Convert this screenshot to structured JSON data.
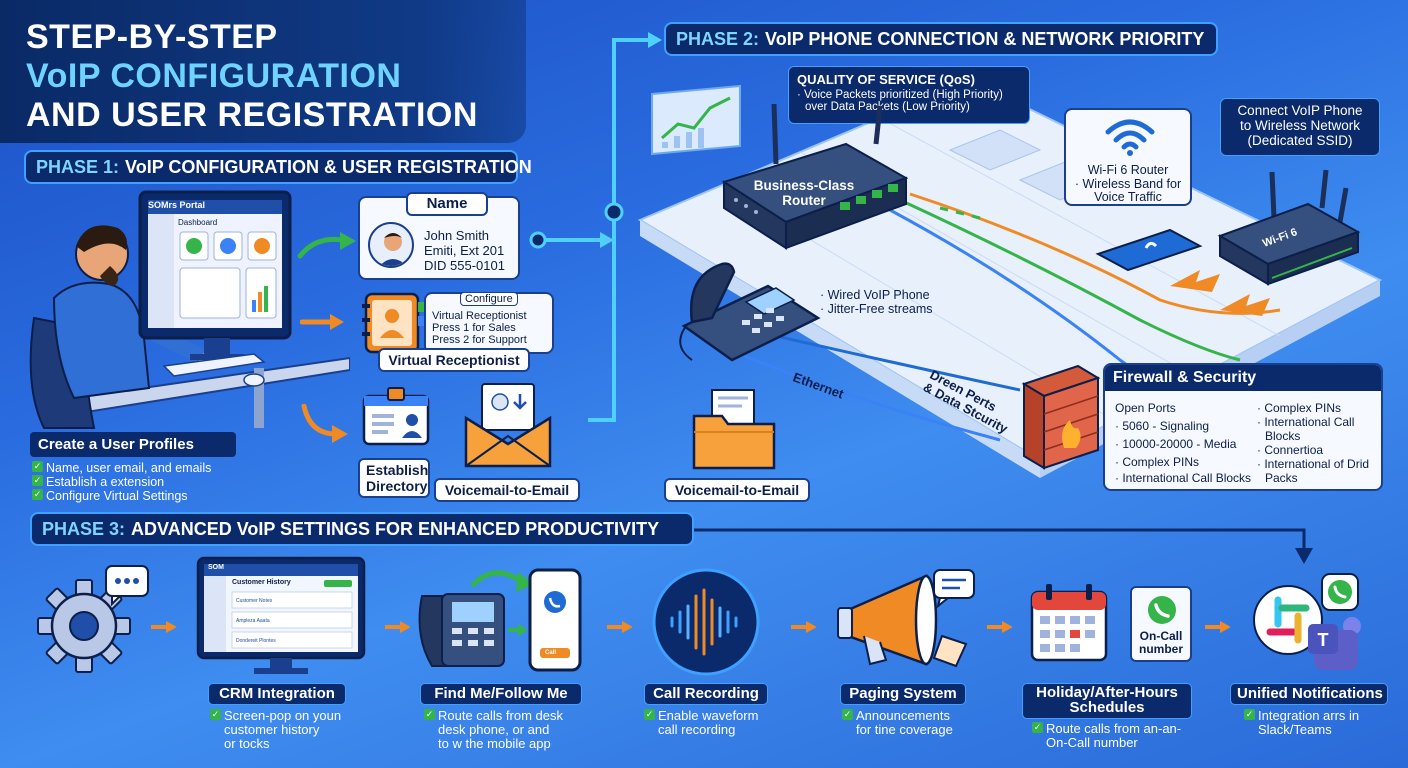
{
  "title": {
    "line1": "STEP-BY-STEP",
    "line2": "VoIP CONFIGURATION",
    "line3": "AND USER REGISTRATION"
  },
  "phase1": {
    "header_lead": "PHASE 1:",
    "header_rest": "VoIP CONFIGURATION & USER REGISTRATION",
    "monitor": {
      "brand": "SOMrs Portal",
      "dashboard": "Dashboard"
    },
    "profile": {
      "title": "Create a User Profiles",
      "items": [
        "Name, user email, and emails",
        "Establish a extension",
        "Configure Virtual Settings"
      ]
    },
    "name_card": {
      "header": "Name",
      "line1": "John Smith",
      "line2": "Emiti, Ext 201",
      "line3": "DID 555-0101"
    },
    "configure_card": {
      "header": "Configure",
      "line1": "Virtual Receptionist",
      "line2": "Press 1 for Sales",
      "line3": "Press 2 for Support"
    },
    "virtual_receptionist": "Virtual Receptionist",
    "establish_directory": "Establish Directory",
    "voicemail": "Voicemail-to-Email"
  },
  "phase2": {
    "header_lead": "PHASE 2:",
    "header_rest": "VoIP PHONE CONNECTION & NETWORK PRIORITY",
    "qos": {
      "title": "QUALITY OF SERVICE (QoS)",
      "line1": "· Voice Packets prioritized (High Priority)",
      "line2": "over Data Packets (Low Priority)"
    },
    "router_label": "Business-Class Router",
    "wifi": {
      "line1": "Wi-Fi 6 Router",
      "line2": "· Wireless Band for",
      "line3": "Voice Traffic"
    },
    "connect": {
      "line1": "Connect VoIP Phone",
      "line2": "to Wireless Network",
      "line3": "(Dedicated SSID)"
    },
    "ap_label": "Wi-Fi 6",
    "wired": {
      "line1": "· Wired VoIP Phone",
      "line2": "· Jitter-Free streams"
    },
    "ethernet": "Ethernet",
    "green_ports": {
      "line1": "Dreen Perts",
      "line2": "& Data Stcurity"
    },
    "voicemail": "Voicemail-to-Email",
    "firewall": {
      "title": "Firewall & Security",
      "left": [
        "Open Ports",
        "· 5060 - Signaling",
        "· 10000-20000 - Media",
        "· Complex PINs",
        "· International Call Blocks"
      ],
      "right": [
        "· Complex PINs",
        "· International Call",
        "Blocks",
        "· Connertioa",
        "· International of Drid",
        "Packs"
      ]
    }
  },
  "phase3": {
    "header_lead": "PHASE 3:",
    "header_rest": "ADVANCED VoIP SETTINGS FOR ENHANCED PRODUCTIVITY",
    "crm_screen": {
      "brand": "SOM",
      "title": "Customer History",
      "rows": [
        "Customer Notes",
        "Ampleza Aaata",
        "Dondereit Plontes"
      ]
    },
    "phone_call_button": "Call",
    "on_call_box": "On-Call number",
    "steps": [
      {
        "label": "CRM Integration",
        "desc": [
          "Screen-pop on youn",
          "customer history",
          "or tocks"
        ]
      },
      {
        "label": "Find Me/Follow Me",
        "desc": [
          "Route calls from desk",
          "desk phone, or and",
          "to w the mobile app"
        ]
      },
      {
        "label": "Call Recording",
        "desc": [
          "Enable waveform",
          "call recording"
        ]
      },
      {
        "label": "Paging System",
        "desc": [
          "Announcements",
          "for tine coverage"
        ]
      },
      {
        "label": "Holiday/After-Hours Schedules",
        "desc": [
          "Route calls from an-an-",
          "On-Call number"
        ]
      },
      {
        "label": "Unified Notifications",
        "desc": [
          "Integration arrs in",
          "Slack/Teams"
        ]
      }
    ]
  },
  "colors": {
    "dark_navy": "#0b2a6b",
    "accent_cyan": "#6fd3ff",
    "orange": "#f08a24",
    "green": "#35b44a"
  }
}
